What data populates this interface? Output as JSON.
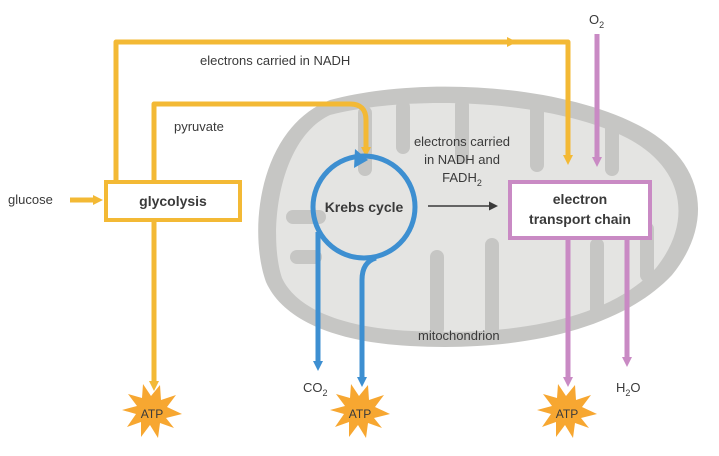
{
  "colors": {
    "glycolysis": "#f3b935",
    "krebs": "#3d8fd1",
    "etc": "#c98ac4",
    "mito_outer": "#c6c6c4",
    "mito_inner": "#e4e4e2",
    "atp_fill": "#f7a731",
    "text": "#3a3a3a"
  },
  "labels": {
    "glucose": "glucose",
    "glycolysis": "glycolysis",
    "pyruvate": "pyruvate",
    "nadh_top": "electrons carried in NADH",
    "krebs": "Krebs cycle",
    "nadh_fadh_1": "electrons carried",
    "nadh_fadh_2": "in NADH and",
    "nadh_fadh_3": "FADH",
    "nadh_fadh_3_sub": "2",
    "etc_1": "electron",
    "etc_2": "transport chain",
    "mitochondrion": "mitochondrion",
    "o2": "O",
    "o2_sub": "2",
    "co2": "CO",
    "co2_sub": "2",
    "h2o_h": "H",
    "h2o_sub": "2",
    "h2o_o": "O",
    "atp": "ATP"
  }
}
